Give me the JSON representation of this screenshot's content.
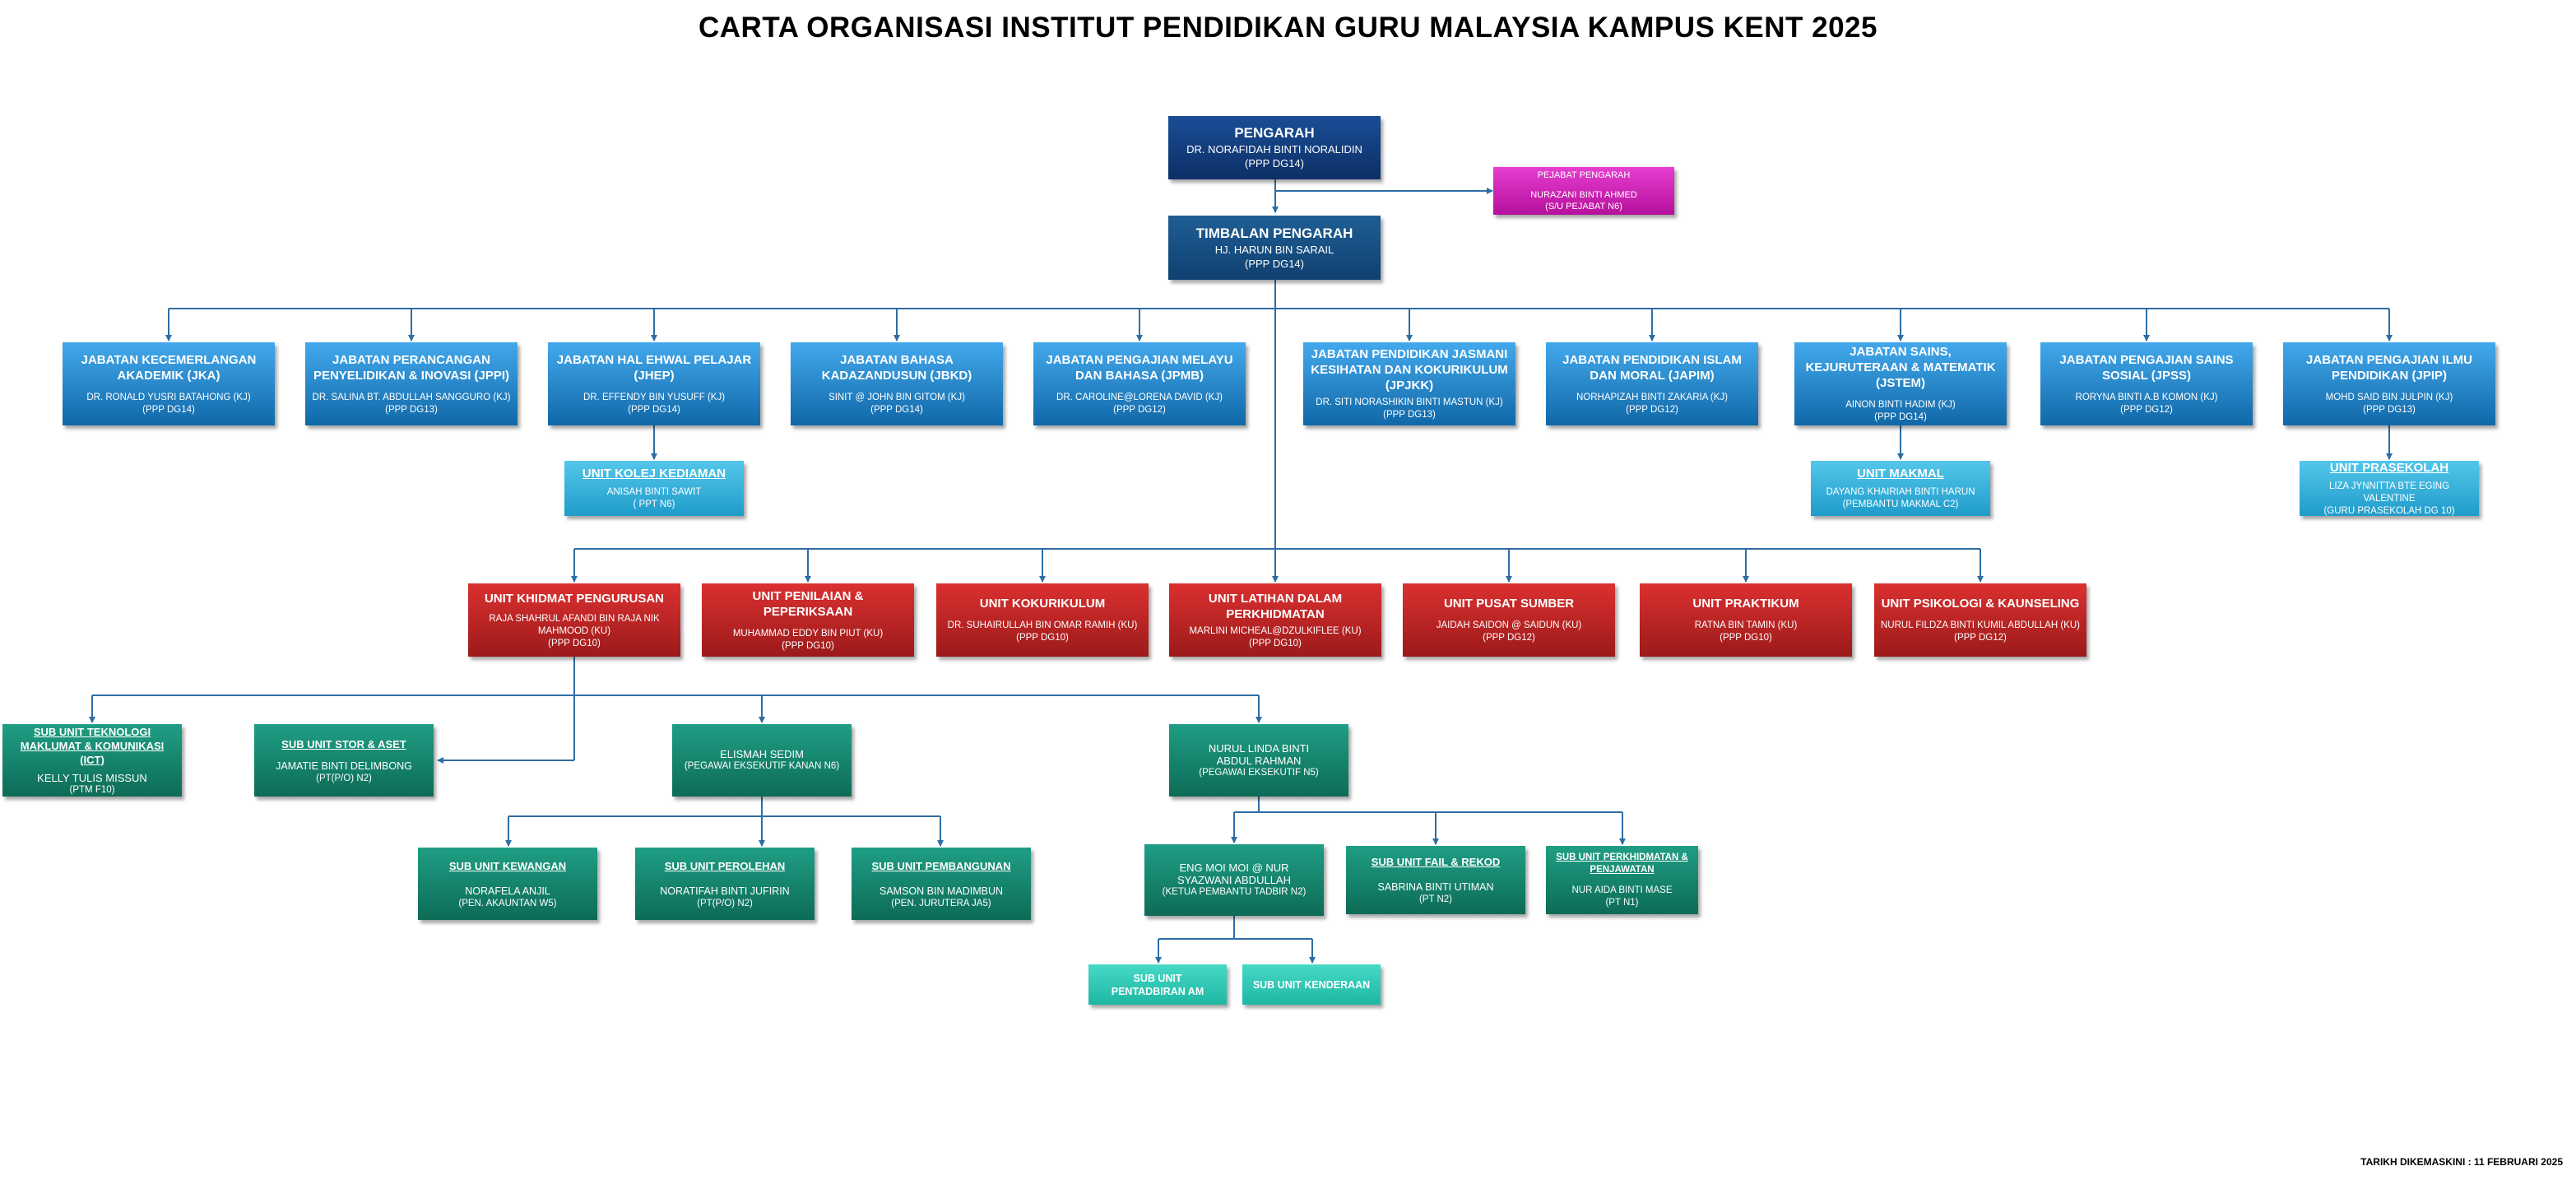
{
  "title": "CARTA ORGANISASI  INSTITUT PENDIDIKAN GURU MALAYSIA KAMPUS KENT 2025",
  "updated": "TARIKH DIKEMASKINI : 11 FEBRUARI 2025",
  "colors": {
    "navy": "#0c2f66",
    "department": "#1f7fc4",
    "unit": "#b52020",
    "sub_unit": "#117c66",
    "sub_unit_light": "#2cc8b4",
    "office": "#d421bc",
    "line": "#2e6da4"
  },
  "nodes": {
    "pengarah": {
      "title": "PENGARAH",
      "name": "DR. NORAFIDAH BINTI NORALIDIN",
      "grade": "(PPP DG14)"
    },
    "pejabat": {
      "title": "PEJABAT PENGARAH",
      "name": "NURAZANI BINTI AHMED",
      "grade": "(S/U PEJABAT N6)"
    },
    "timbalan": {
      "title": "TIMBALAN PENGARAH",
      "name": "HJ. HARUN BIN SARAIL",
      "grade": "(PPP DG14)"
    },
    "jka": {
      "title": "JABATAN KECEMERLANGAN AKADEMIK (JKA)",
      "name": "DR. RONALD YUSRI BATAHONG (KJ)",
      "grade": "(PPP DG14)"
    },
    "jppi": {
      "title": "JABATAN PERANCANGAN PENYELIDIKAN & INOVASI (JPPI)",
      "name": "DR. SALINA BT. ABDULLAH SANGGURO (KJ)",
      "grade": "(PPP DG13)"
    },
    "jhep": {
      "title": "JABATAN HAL EHWAL PELAJAR (JHEP)",
      "name": "DR. EFFENDY BIN YUSUFF (KJ)",
      "grade": "(PPP DG14)"
    },
    "jbkd": {
      "title": "JABATAN BAHASA KADAZANDUSUN (JBKD)",
      "name": "SINIT @ JOHN BIN GITOM (KJ)",
      "grade": "(PPP DG14)"
    },
    "jpmb": {
      "title": "JABATAN PENGAJIAN MELAYU DAN BAHASA (JPMB)",
      "name": "DR. CAROLINE@LORENA DAVID (KJ)",
      "grade": "(PPP DG12)"
    },
    "jpjkk": {
      "title": "JABATAN PENDIDIKAN JASMANI KESIHATAN DAN KOKURIKULUM (JPJKK)",
      "name": "DR. SITI NORASHIKIN BINTI MASTUN (KJ)",
      "grade": "(PPP DG13)"
    },
    "japim": {
      "title": "JABATAN PENDIDIKAN ISLAM DAN MORAL (JAPIM)",
      "name": "NORHAPIZAH BINTI ZAKARIA (KJ)",
      "grade": "(PPP DG12)"
    },
    "jstem": {
      "title": "JABATAN SAINS, KEJURUTERAAN  & MATEMATIK (JSTEM)",
      "name": "AINON BINTI HADIM (KJ)",
      "grade": "(PPP DG14)"
    },
    "jpss": {
      "title": "JABATAN PENGAJIAN SAINS SOSIAL (JPSS)",
      "name": "RORYNA BINTI A.B KOMON (KJ)",
      "grade": "(PPP DG12)"
    },
    "jpip": {
      "title": "JABATAN PENGAJIAN ILMU PENDIDIKAN (JPIP)",
      "name": "MOHD SAID BIN JULPIN (KJ)",
      "grade": "(PPP DG13)"
    },
    "kolej": {
      "title": "UNIT KOLEJ KEDIAMAN",
      "name": "ANISAH BINTI SAWIT",
      "grade": "( PPT N6)"
    },
    "makmal": {
      "title": "UNIT MAKMAL",
      "name": "DAYANG KHAIRIAH BINTI HARUN",
      "grade": "(PEMBANTU MAKMAL C2)"
    },
    "prasekolah": {
      "title": "UNIT PRASEKOLAH",
      "name": "LIZA JYNNITTA BTE EGING VALENTINE",
      "grade": "(GURU PRASEKOLAH DG 10)"
    },
    "khidmat": {
      "title": "UNIT KHIDMAT PENGURUSAN",
      "name": "RAJA SHAHRUL AFANDI BIN RAJA NIK MAHMOOD (KU)",
      "grade": "(PPP DG10)"
    },
    "penilaian": {
      "title": "UNIT PENILAIAN & PEPERIKSAAN",
      "name": "MUHAMMAD EDDY BIN PIUT (KU)",
      "grade": "(PPP DG10)"
    },
    "kokurikulum": {
      "title": "UNIT KOKURIKULUM",
      "name": "DR. SUHAIRULLAH BIN OMAR RAMIH (KU)",
      "grade": "(PPP DG10)"
    },
    "latihan": {
      "title": "UNIT LATIHAN DALAM PERKHIDMATAN",
      "name": "MARLINI MICHEAL@DZULKIFLEE (KU)",
      "grade": "(PPP DG10)"
    },
    "pusat": {
      "title": "UNIT PUSAT SUMBER",
      "name": "JAIDAH SAIDON @ SAIDUN (KU)",
      "grade": "(PPP DG12)"
    },
    "praktikum": {
      "title": "UNIT PRAKTIKUM",
      "name": "RATNA BIN TAMIN (KU)",
      "grade": "(PPP DG10)"
    },
    "psikologi": {
      "title": "UNIT PSIKOLOGI & KAUNSELING",
      "name": "NURUL FILDZA BINTI KUMIL ABDULLAH (KU)",
      "grade": "(PPP DG12)"
    },
    "ict": {
      "title": "SUB UNIT TEKNOLOGI MAKLUMAT & KOMUNIKASI (ICT)",
      "name": "KELLY TULIS MISSUN",
      "grade": "(PTM F10)"
    },
    "stor": {
      "title": "SUB UNIT STOR & ASET",
      "name": "JAMATIE BINTI DELIMBONG",
      "grade": "(PT(P/O)  N2)"
    },
    "elismah": {
      "title": "",
      "name": "ELISMAH SEDIM",
      "grade": "(PEGAWAI EKSEKUTIF KANAN  N6)"
    },
    "nurul": {
      "title": "",
      "name": "NURUL LINDA BINTI ABDUL RAHMAN",
      "grade": "(PEGAWAI EKSEKUTIF N5)"
    },
    "kewangan": {
      "title": "SUB UNIT KEWANGAN",
      "name": "NORAFELA ANJIL",
      "grade": "(PEN. AKAUNTAN  W5)"
    },
    "perolehan": {
      "title": "SUB UNIT PEROLEHAN",
      "name": "NORATIFAH BINTI JUFIRIN",
      "grade": "(PT(P/O)  N2)"
    },
    "pembangunan": {
      "title": "SUB UNIT PEMBANGUNAN",
      "name": "SAMSON BIN MADIMBUN",
      "grade": "(PEN. JURUTERA JA5)"
    },
    "eng": {
      "title": "",
      "name": "ENG  MOI MOI @ NUR SYAZWANI ABDULLAH",
      "grade": "(KETUA PEMBANTU TADBIR  N2)"
    },
    "fail": {
      "title": "SUB UNIT FAIL & REKOD",
      "name": "SABRINA BINTI UTIMAN",
      "grade": "(PT N2)"
    },
    "perkhidmatan": {
      "title": "SUB UNIT PERKHIDMATAN & PENJAWATAN",
      "name": "NUR AIDA BINTI MASE",
      "grade": "(PT N1)"
    },
    "pentadbiran": {
      "title": "SUB UNIT PENTADBIRAN AM",
      "name": "",
      "grade": ""
    },
    "kenderaan": {
      "title": "SUB UNIT KENDERAAN",
      "name": "",
      "grade": ""
    }
  }
}
